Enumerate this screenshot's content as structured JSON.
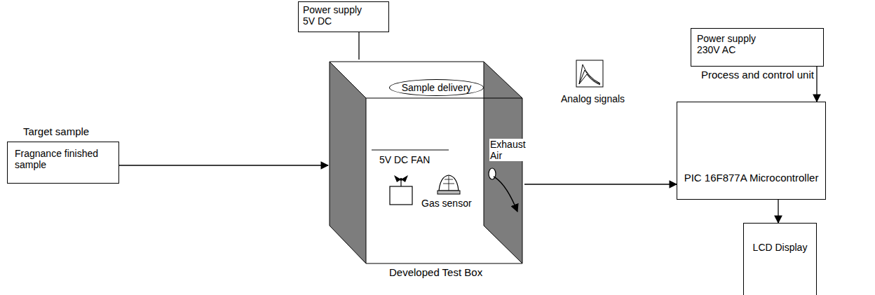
{
  "diagram": {
    "nodes": [
      {
        "text": [
          "Power supply 5V DC"
        ]
      },
      {
        "text": [
          "Target sample",
          "Fragnance finished sample"
        ]
      },
      {
        "text": [
          "Developed Test Box"
        ]
      },
      {
        "text": [
          "Sample delivery"
        ],
        "in": 2
      },
      {
        "text": [
          "Power supply 230V AC"
        ]
      },
      {
        "text": [
          "Process and control unit",
          "PIC 16F877A Microcontroller"
        ]
      },
      {
        "text": [
          "LCD Display"
        ]
      }
    ],
    "edges": [
      {
        "from": 0,
        "to": 2,
        "arrow": "none"
      },
      {
        "from": 1,
        "to": 2,
        "arrow": "to"
      },
      {
        "from": 2,
        "to": 5,
        "arrow": "to",
        "label": "Analog signals"
      },
      {
        "from": 4,
        "to": 5,
        "arrow": "to"
      },
      {
        "from": 5,
        "to": 6,
        "arrow": "to"
      }
    ],
    "labels": [
      "5V DC FAN",
      "Gas sensor",
      "Exhaust Air"
    ]
  }
}
